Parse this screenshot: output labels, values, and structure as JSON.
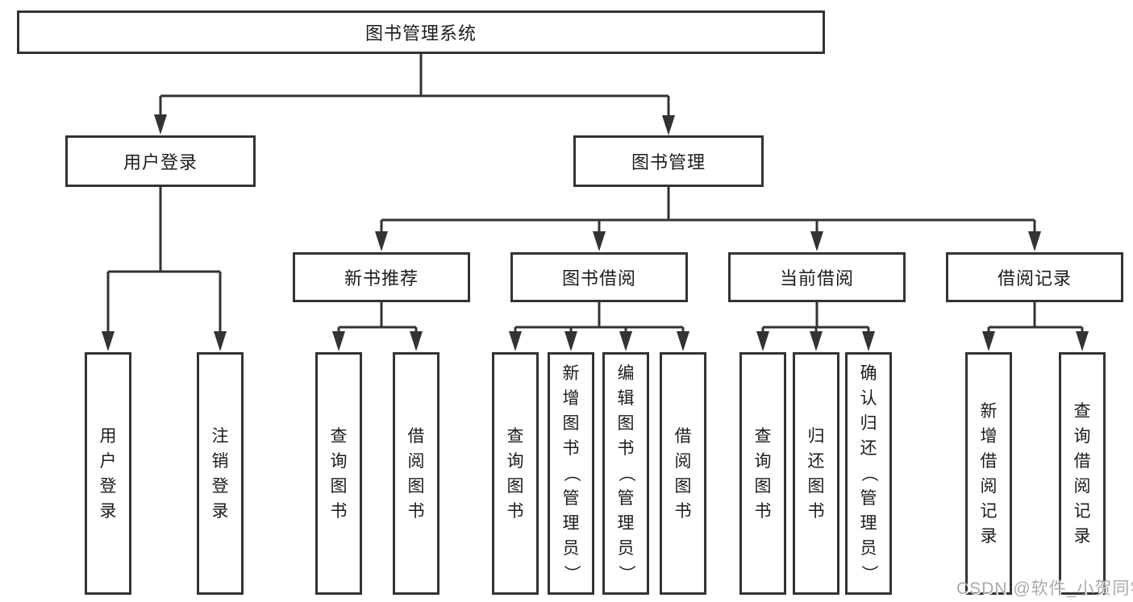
{
  "diagram": {
    "root": {
      "label": "图书管理系统"
    },
    "branches": {
      "user_login": {
        "label": "用户登录",
        "children": {
          "login": "用户登录",
          "logout": "注销登录"
        }
      },
      "book_mgmt": {
        "label": "图书管理",
        "sections": {
          "new_books": {
            "label": "新书推荐",
            "children": {
              "query": "查询图书",
              "borrow": "借阅图书"
            }
          },
          "book_borrow": {
            "label": "图书借阅",
            "children": {
              "query": "查询图书",
              "add": "新增图书（管理员）",
              "edit": "编辑图书（管理员）",
              "borrow": "借阅图书"
            }
          },
          "current_borrow": {
            "label": "当前借阅",
            "children": {
              "query": "查询图书",
              "return": "归还图书",
              "confirm": "确认归还（管理员）"
            }
          },
          "records": {
            "label": "借阅记录",
            "children": {
              "add": "新增借阅记录",
              "query": "查询借阅记录"
            }
          }
        }
      }
    }
  },
  "watermark": {
    "text": "CSDN @软件_小贺同学",
    "color": "#aaaaaa"
  },
  "colors": {
    "line": "#333333",
    "box_border": "#333333",
    "text": "#1c1c1c",
    "background": "#ffffff"
  }
}
